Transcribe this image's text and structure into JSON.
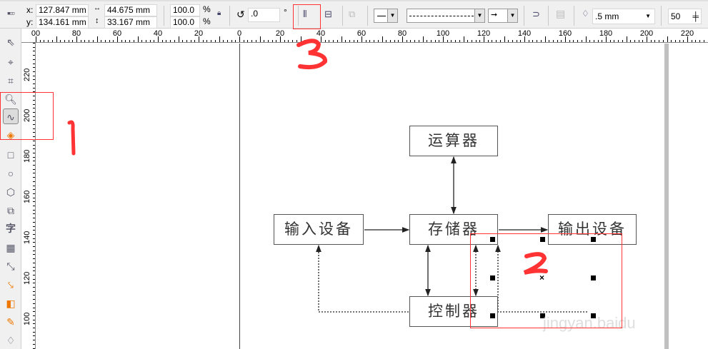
{
  "propbar": {
    "x_label": "x:",
    "x_value": "127.847 mm",
    "y_label": "y:",
    "y_value": "134.161 mm",
    "width_value": "44.675 mm",
    "height_value": "33.167 mm",
    "scale_x": "100.0",
    "scale_y": "100.0",
    "pct": "%",
    "rotation": ".0",
    "degree": "°",
    "outline_width": ".5 mm",
    "miter": "50"
  },
  "hruler": [
    "00",
    "80",
    "60",
    "40",
    "20",
    "0",
    "20",
    "40",
    "60",
    "80",
    "100",
    "120",
    "140",
    "160",
    "180",
    "200",
    "220"
  ],
  "vruler": [
    "220",
    "200",
    "180",
    "160",
    "140",
    "120",
    "100"
  ],
  "tools": [
    "pick-tool",
    "shape-tool",
    "crop-tool",
    "zoom-tool",
    "freehand-tool",
    "smart-fill-tool",
    "rectangle-tool",
    "ellipse-tool",
    "polygon-tool",
    "basic-shapes-tool",
    "text-tool",
    "table-tool",
    "dimension-tool",
    "connector-tool",
    "blend-tool",
    "eyedropper-tool",
    "outline-pen-tool"
  ],
  "text_tool_glyph": "字",
  "diagram": {
    "alu": "运算器",
    "input": "输入设备",
    "memory": "存储器",
    "output": "输出设备",
    "control": "控制器"
  },
  "annotations": {
    "one": "1",
    "two": "2",
    "three": "3"
  },
  "watermark": "jingyan.baidu",
  "colors": {
    "annotation": "#ff3333"
  }
}
